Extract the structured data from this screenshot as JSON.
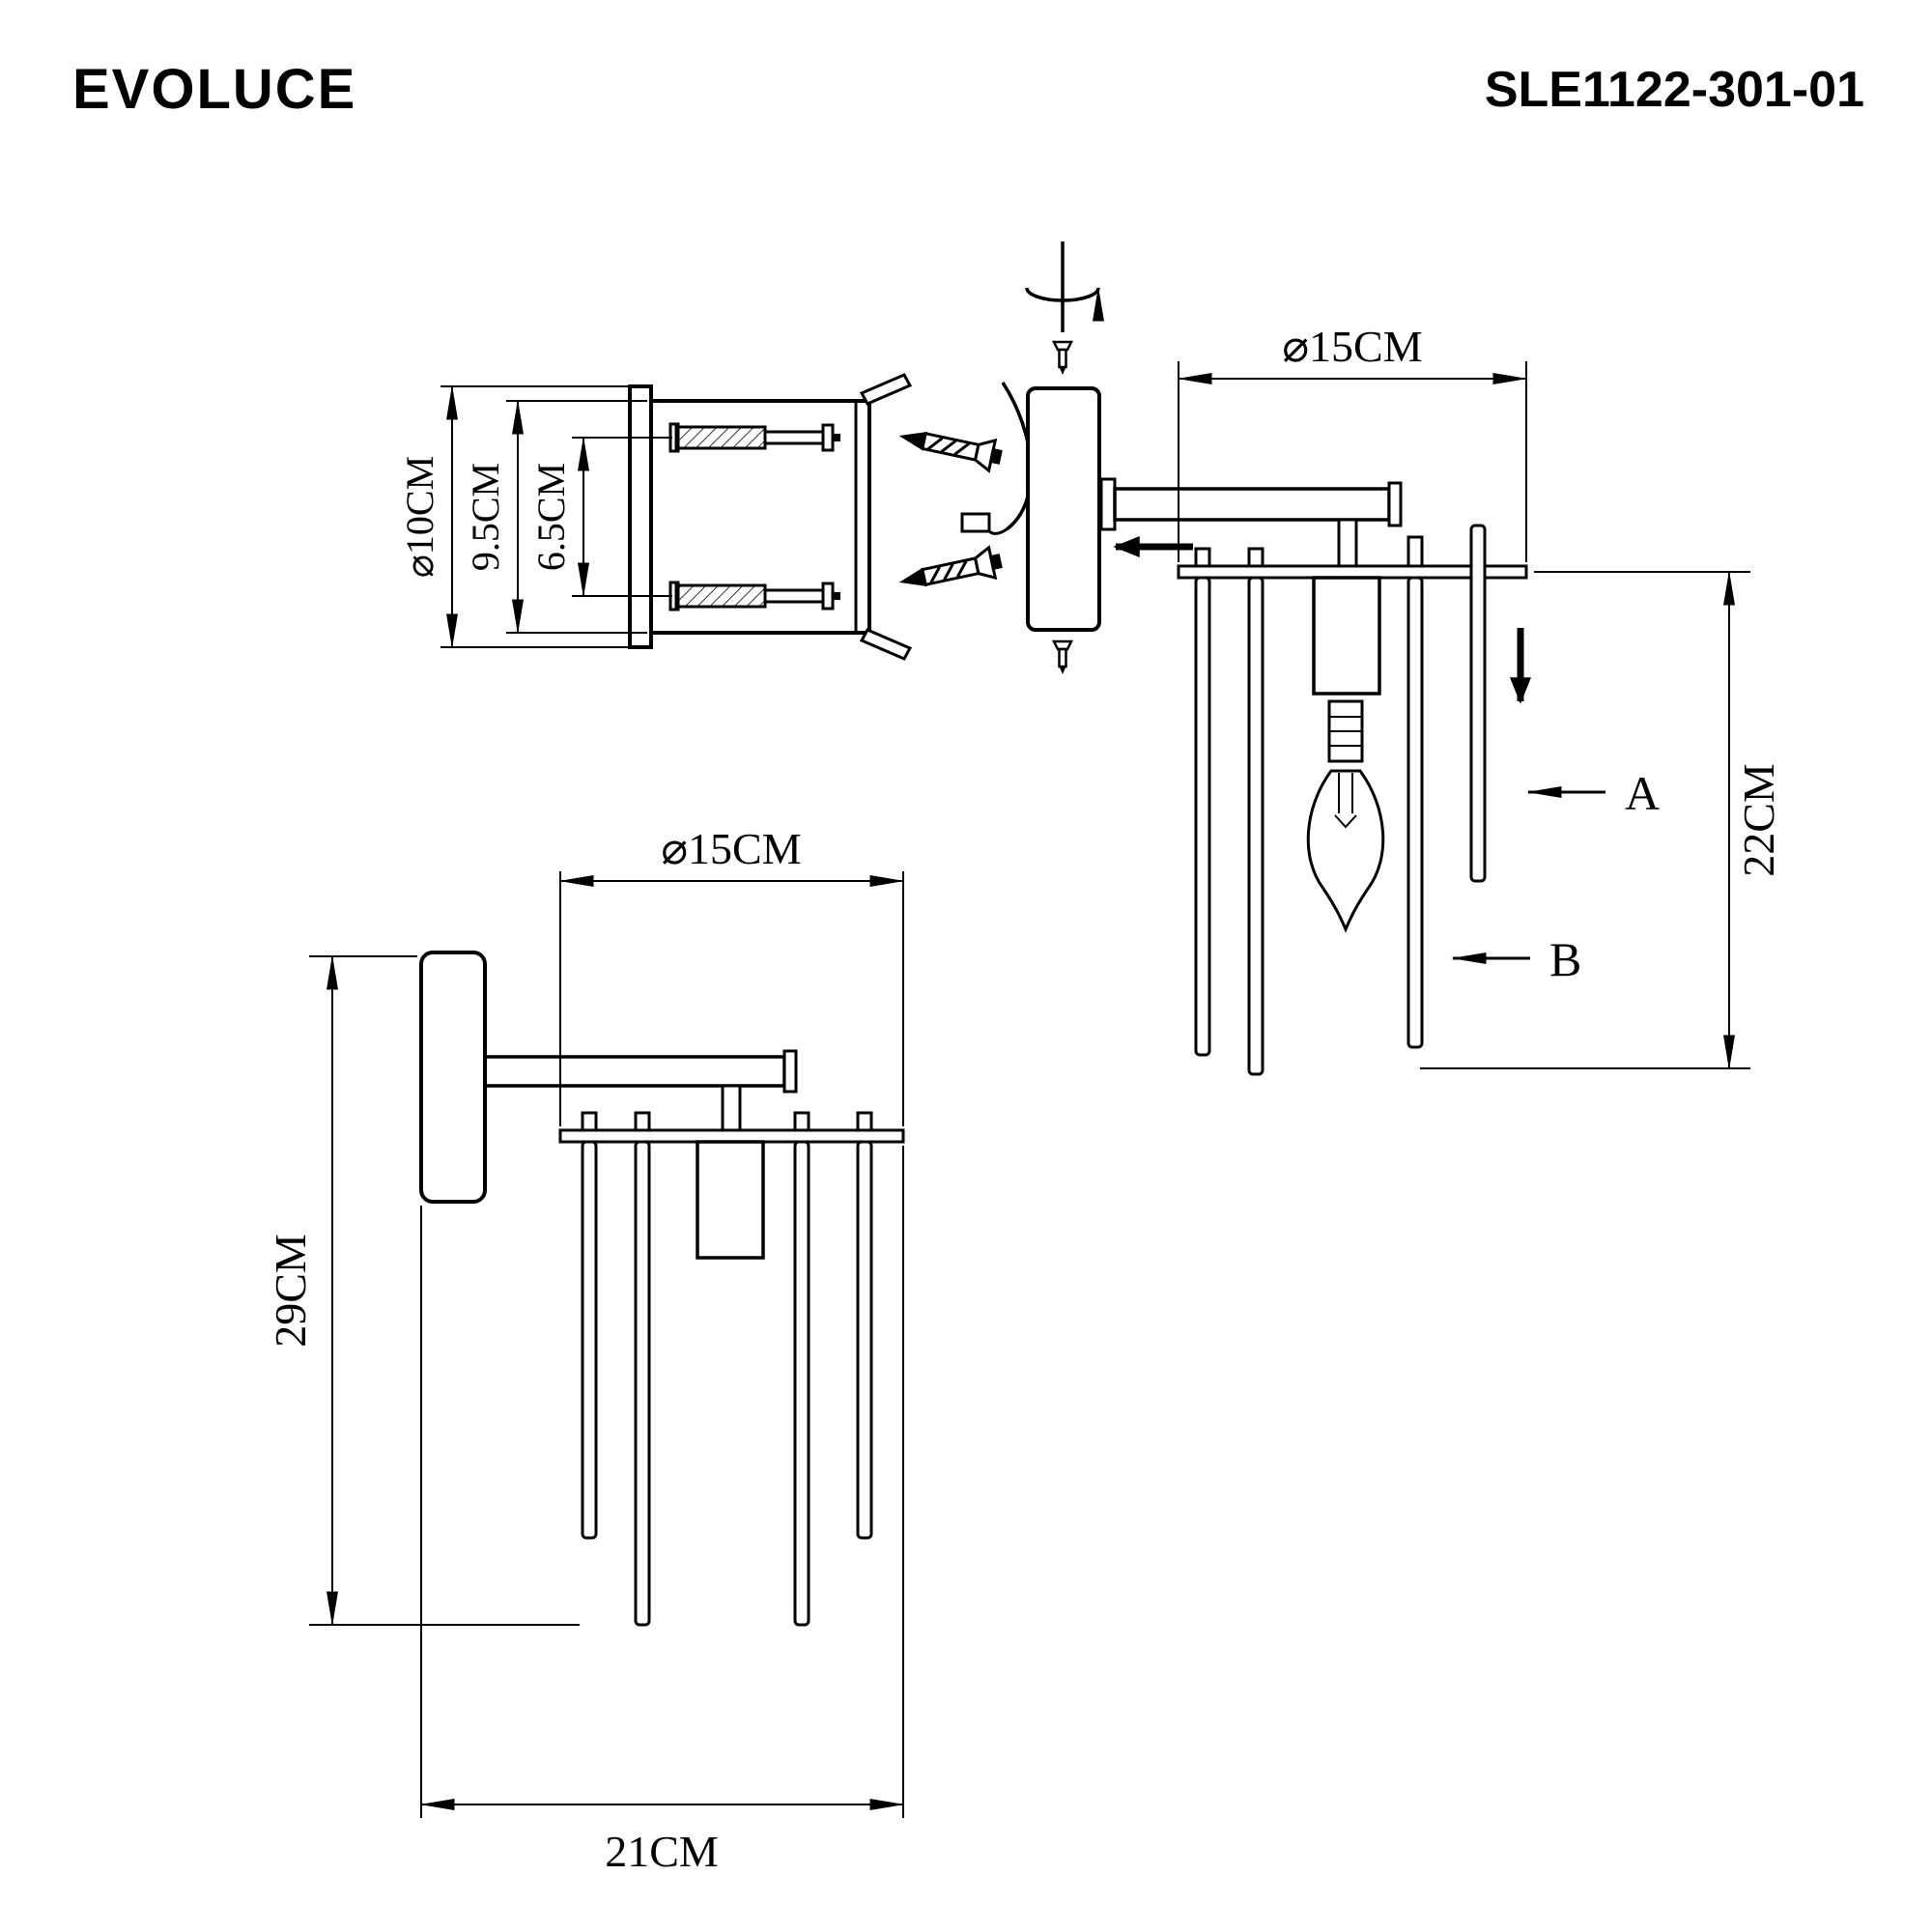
{
  "header": {
    "brand": "EVOLUCE",
    "model": "SLE1122-301-01"
  },
  "views": {
    "bracket": {
      "dim_diameter": "⌀10CM",
      "dim_plate_height": "9.5CM",
      "dim_hole_spacing": "6.5CM"
    },
    "assembly": {
      "dim_diameter": "⌀15CM",
      "dim_rod_height": "22CM",
      "label_rod_a": "A",
      "label_rod_b": "B"
    },
    "side": {
      "dim_diameter": "⌀15CM",
      "dim_total_height": "29CM",
      "dim_total_width": "21CM"
    }
  }
}
